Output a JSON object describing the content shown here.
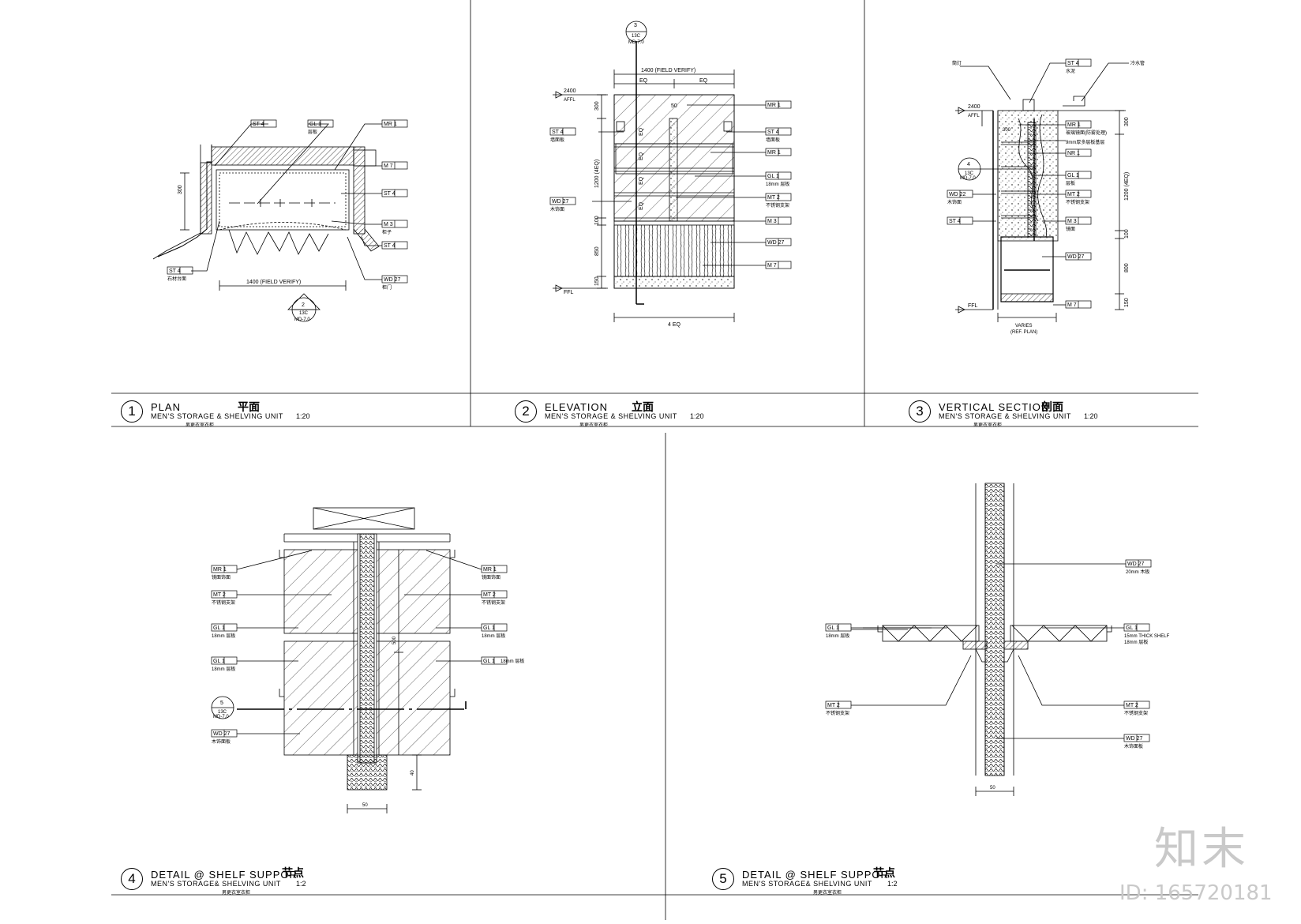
{
  "views": [
    {
      "num": "1",
      "title": "PLAN",
      "cn": "平面",
      "sub": "MEN'S STORAGE & SHELVING UNIT",
      "scale": "1:20",
      "cn_sub": "男更衣室衣柜"
    },
    {
      "num": "2",
      "title": "ELEVATION",
      "cn": "立面",
      "sub": "MEN'S STORAGE & SHELVING UNIT",
      "scale": "1:20",
      "cn_sub": "男更衣室衣柜"
    },
    {
      "num": "3",
      "title": "VERTICAL SECTION",
      "cn": "剖面",
      "sub": "MEN'S STORAGE & SHELVING UNIT",
      "scale": "1:20",
      "cn_sub": "男更衣室衣柜"
    },
    {
      "num": "4",
      "title": "DETAIL @ SHELF SUPPOR",
      "cn": "节点",
      "sub": "MEN'S STORAGE& SHELVING UNIT",
      "scale": "1:2",
      "cn_sub": "男更衣室衣柜"
    },
    {
      "num": "5",
      "title": "DETAIL @ SHELF SUPPOR",
      "cn": "节点",
      "sub": "MEN'S STORAGE& SHELVING UNIT",
      "scale": "1:2",
      "cn_sub": "男更衣室衣柜"
    }
  ],
  "plan": {
    "dim_width": "1400 (FIELD VERIFY)",
    "dim_depth": "300",
    "section_mark": {
      "num": "2",
      "ref": "13C",
      "sheet": "MD-7.0"
    },
    "tags": {
      "st4_top": "ST 4",
      "gl1": "GL 1",
      "gl1_note": "层板",
      "mr1": "MR 1",
      "m7": "M 7",
      "st4_r": "ST 4",
      "m3": "M 3",
      "m3_note": "柜子",
      "st4_r2": "ST 4",
      "wd27": "WD 27",
      "wd27_note": "柜门",
      "st4_l": "ST 4",
      "st4_l_note": "石材台面"
    }
  },
  "elevation": {
    "dim_top": "1400 (FIELD VERIFY)",
    "eq1": "EQ",
    "eq2": "EQ",
    "level_top": "2400",
    "level_top_sub": "AFFL",
    "level_ffl": "FFL",
    "dims_v": [
      "300",
      "1200 (4EQ)",
      "100",
      "850",
      "150"
    ],
    "eq_v": [
      "EQ",
      "EQ",
      "EQ",
      "EQ"
    ],
    "d50": "50",
    "dim_bottom": "4 EQ",
    "section_mark": {
      "num": "3",
      "ref": "13C",
      "sheet": "MD-7.0"
    },
    "tags": {
      "mr1a": "MR 1",
      "st4": "ST 4",
      "mr1b": "MR 1",
      "gl1": "GL 1",
      "gl1_note": "18mm 层板",
      "mt2": "MT 2",
      "mt2_note": "不锈钢支架",
      "m3": "M 3",
      "wd27r": "WD 27",
      "m7": "M 7",
      "st4l": "ST 4",
      "st4l_note": "墙面板",
      "wd27l": "WD 27",
      "wd27l_note": "木饰面",
      "st4r_note": "墙面板"
    }
  },
  "section": {
    "level_top": "2400",
    "level_top_sub": "AFFL",
    "level_ffl": "FFL",
    "dims_v": [
      "300",
      "1200 (4EQ)",
      "100",
      "800",
      "150"
    ],
    "d300": "300",
    "varies": "VARIES",
    "ref_plan": "(REF. PLAN)",
    "detail_mark": {
      "num": "4",
      "ref": "13C",
      "sheet": "MD-7.0"
    },
    "note_light": "筒灯",
    "note_water": "冷水管",
    "tags": {
      "st4": "ST 4",
      "st4_note": "水泥",
      "mr1": "MR 1",
      "mr1_note": "玻璃镜面(防雾处理)",
      "note_9mm": "9mm厚多层板基层",
      "nr1": "NR 1",
      "gl1": "GL 1",
      "gl1_note": "层板",
      "mt2": "MT 2",
      "mt2_note": "不锈钢支架",
      "m3": "M 3",
      "m3_note": "镜面",
      "wd27": "WD 27",
      "m7": "M 7",
      "wd22": "WD 22",
      "wd22_note": "木饰面",
      "st4l": "ST 4"
    }
  },
  "detail4": {
    "d500": "500",
    "d40": "40",
    "d50": "50",
    "mark": {
      "num": "5",
      "ref": "13C",
      "sheet": "MD-7.0"
    },
    "tags": {
      "mr1l": "MR 1",
      "mr1l_note": "镜面饰面",
      "mt2l": "MT 2",
      "mt2l_note": "不锈钢支架",
      "gl1l": "GL 1",
      "gl1l_note": "18mm 层板",
      "gl1l2": "GL 1",
      "gl1l2_note": "18mm 层板",
      "wd27l": "WD 27",
      "wd27l_note": "木饰面板",
      "mr1r": "MR 1",
      "mr1r_note": "镜面饰面",
      "mt2r": "MT 2",
      "mt2r_note": "不锈钢支架",
      "gl1r": "GL 1",
      "gl1r_note": "18mm 层板",
      "gl1r2": "GL 1",
      "gl1r2_note": "18mm 层板"
    }
  },
  "detail5": {
    "d50": "50",
    "tags": {
      "wd27t": "WD 27",
      "wd27t_note": "20mm 木板",
      "gl1l": "GL 1",
      "gl1l_note": "18mm 层板",
      "gl1r": "GL 1",
      "gl1r_note1": "15mm THICK SHELF",
      "gl1r_note2": "18mm 层板",
      "mt2l": "MT 2",
      "mt2l_note": "不锈钢支架",
      "mt2r": "MT 2",
      "mt2r_note": "不锈钢支架",
      "wd27b": "WD 27",
      "wd27b_note": "木饰面板"
    }
  },
  "watermark": {
    "logo": "知末",
    "id": "ID: 165720181"
  }
}
